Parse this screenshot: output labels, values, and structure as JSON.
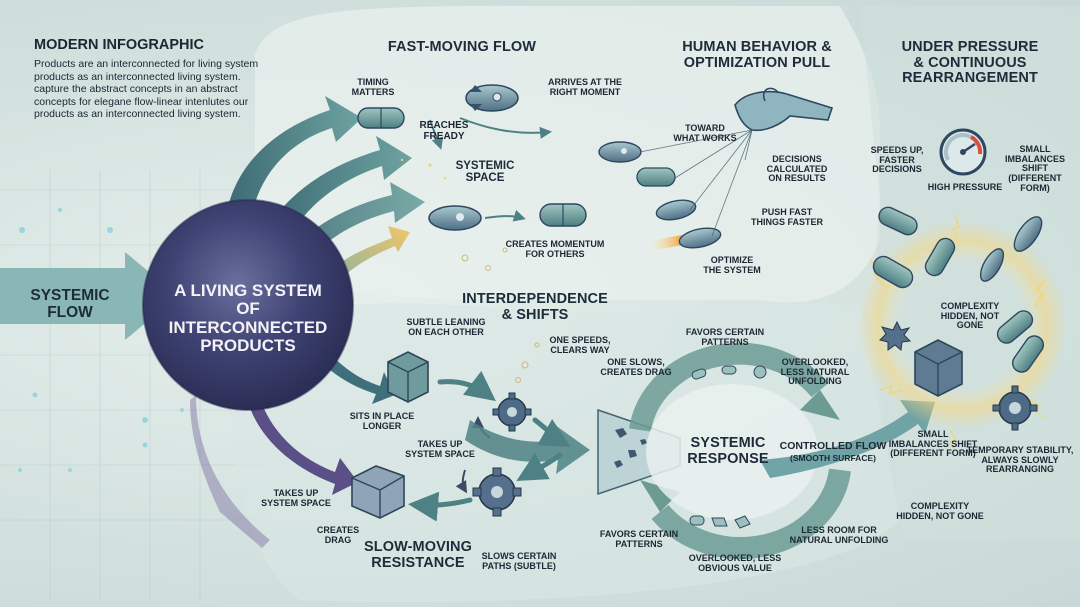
{
  "intro": {
    "title": "MODERN INFOGRAPHIC",
    "body": "Products are an interconnected for living system products as an interconnected living system. capture the abstract concepts in an abstract concepts for elegane flow-linear intenlutes our products as an interconnected living system."
  },
  "sections": {
    "fast_flow": "FAST-MOVING FLOW",
    "human": "HUMAN BEHAVIOR &\nOPTIMIZATION PULL",
    "pressure": "UNDER PRESSURE\n& CONTINUOUS\nREARRANGEMENT",
    "interdependence": "INTERDEPENDENCE\n& SHIFTS",
    "slow": "SLOW-MOVING\nRESISTANCE",
    "systemic_response": "SYSTEMIC\nRESPONSE",
    "center": "A LIVING SYSTEM\nOF INTERCONNECTED\nPRODUCTS",
    "systemic_flow": "SYSTEMIC\nFLOW",
    "systemic_space": "SYSTEMIC\nSPACE"
  },
  "labels": {
    "timing_matters": "TIMING\nMATTERS",
    "arrives": "ARRIVES AT THE\nRIGHT MOMENT",
    "reaches": "REACHES\nFREADY",
    "creates_momentum": "CREATES MOMENTUM\nFOR OTHERS",
    "toward": "TOWARD\nWHAT WORKS",
    "decisions": "DECISIONS\nCALCULATED\nON RESULTS",
    "push_fast": "PUSH FAST\nTHINGS FASTER",
    "optimize": "OPTIMIZE\nTHE SYSTEM",
    "speeds_up": "SPEEDS UP,\nFASTER\nDECISIONS",
    "high_pressure": "HIGH PRESSURE",
    "small_imbalances_top": "SMALL\nIMBALANCES\nSHIFT\n(DIFFERENT\nFORM)",
    "complexity_hidden_top": "COMPLEXITY\nHIDDEN, NOT\nGONE",
    "subtle_leaning": "SUBTLE LEANING\nON EACH OTHER",
    "one_speeds": "ONE SPEEDS,\nCLEARS WAY",
    "one_slows": "ONE SLOWS,\nCREATES DRAG",
    "favors_top": "FAVORS CERTAIN\nPATTERNS",
    "overlooked_top": "OVERLOOKED,\nLESS NATURAL\nUNFOLDING",
    "sits_in_place": "SITS IN PLACE\nLONGER",
    "takes_up_mid": "TAKES UP\nSYSTEM SPACE",
    "takes_up_left": "TAKES UP\nSYSTEM SPACE",
    "creates_drag": "CREATES\nDRAG",
    "slows_certain": "SLOWS CERTAIN\nPATHS (SUBTLE)",
    "controlled_flow": "CONTROLLED FLOW",
    "smooth_surface": "(SMOOTH SURFACE)",
    "favors_bottom": "FAVORS CERTAIN\nPATTERNS",
    "overlooked_bottom": "OVERLOOKED, LESS\nOBVIOUS VALUE",
    "less_room": "LESS ROOM FOR\nNATURAL UNFOLDING",
    "small_imbalances_bottom": "SMALL\nIMBALANCES SHIFT\n(DIFFERENT FORM)",
    "temporary_stability": "TEMPORARY STABILITY,\nALWAYS SLOWLY\nREARRANGING",
    "complexity_hidden_bottom": "COMPLEXITY\nHIDDEN, NOT GONE"
  },
  "colors": {
    "center_node": "#3e4272",
    "arrow": "#4e8184",
    "flame": "#f2b14b",
    "ring": "#5c8c86",
    "text": "#1d2b3a"
  }
}
